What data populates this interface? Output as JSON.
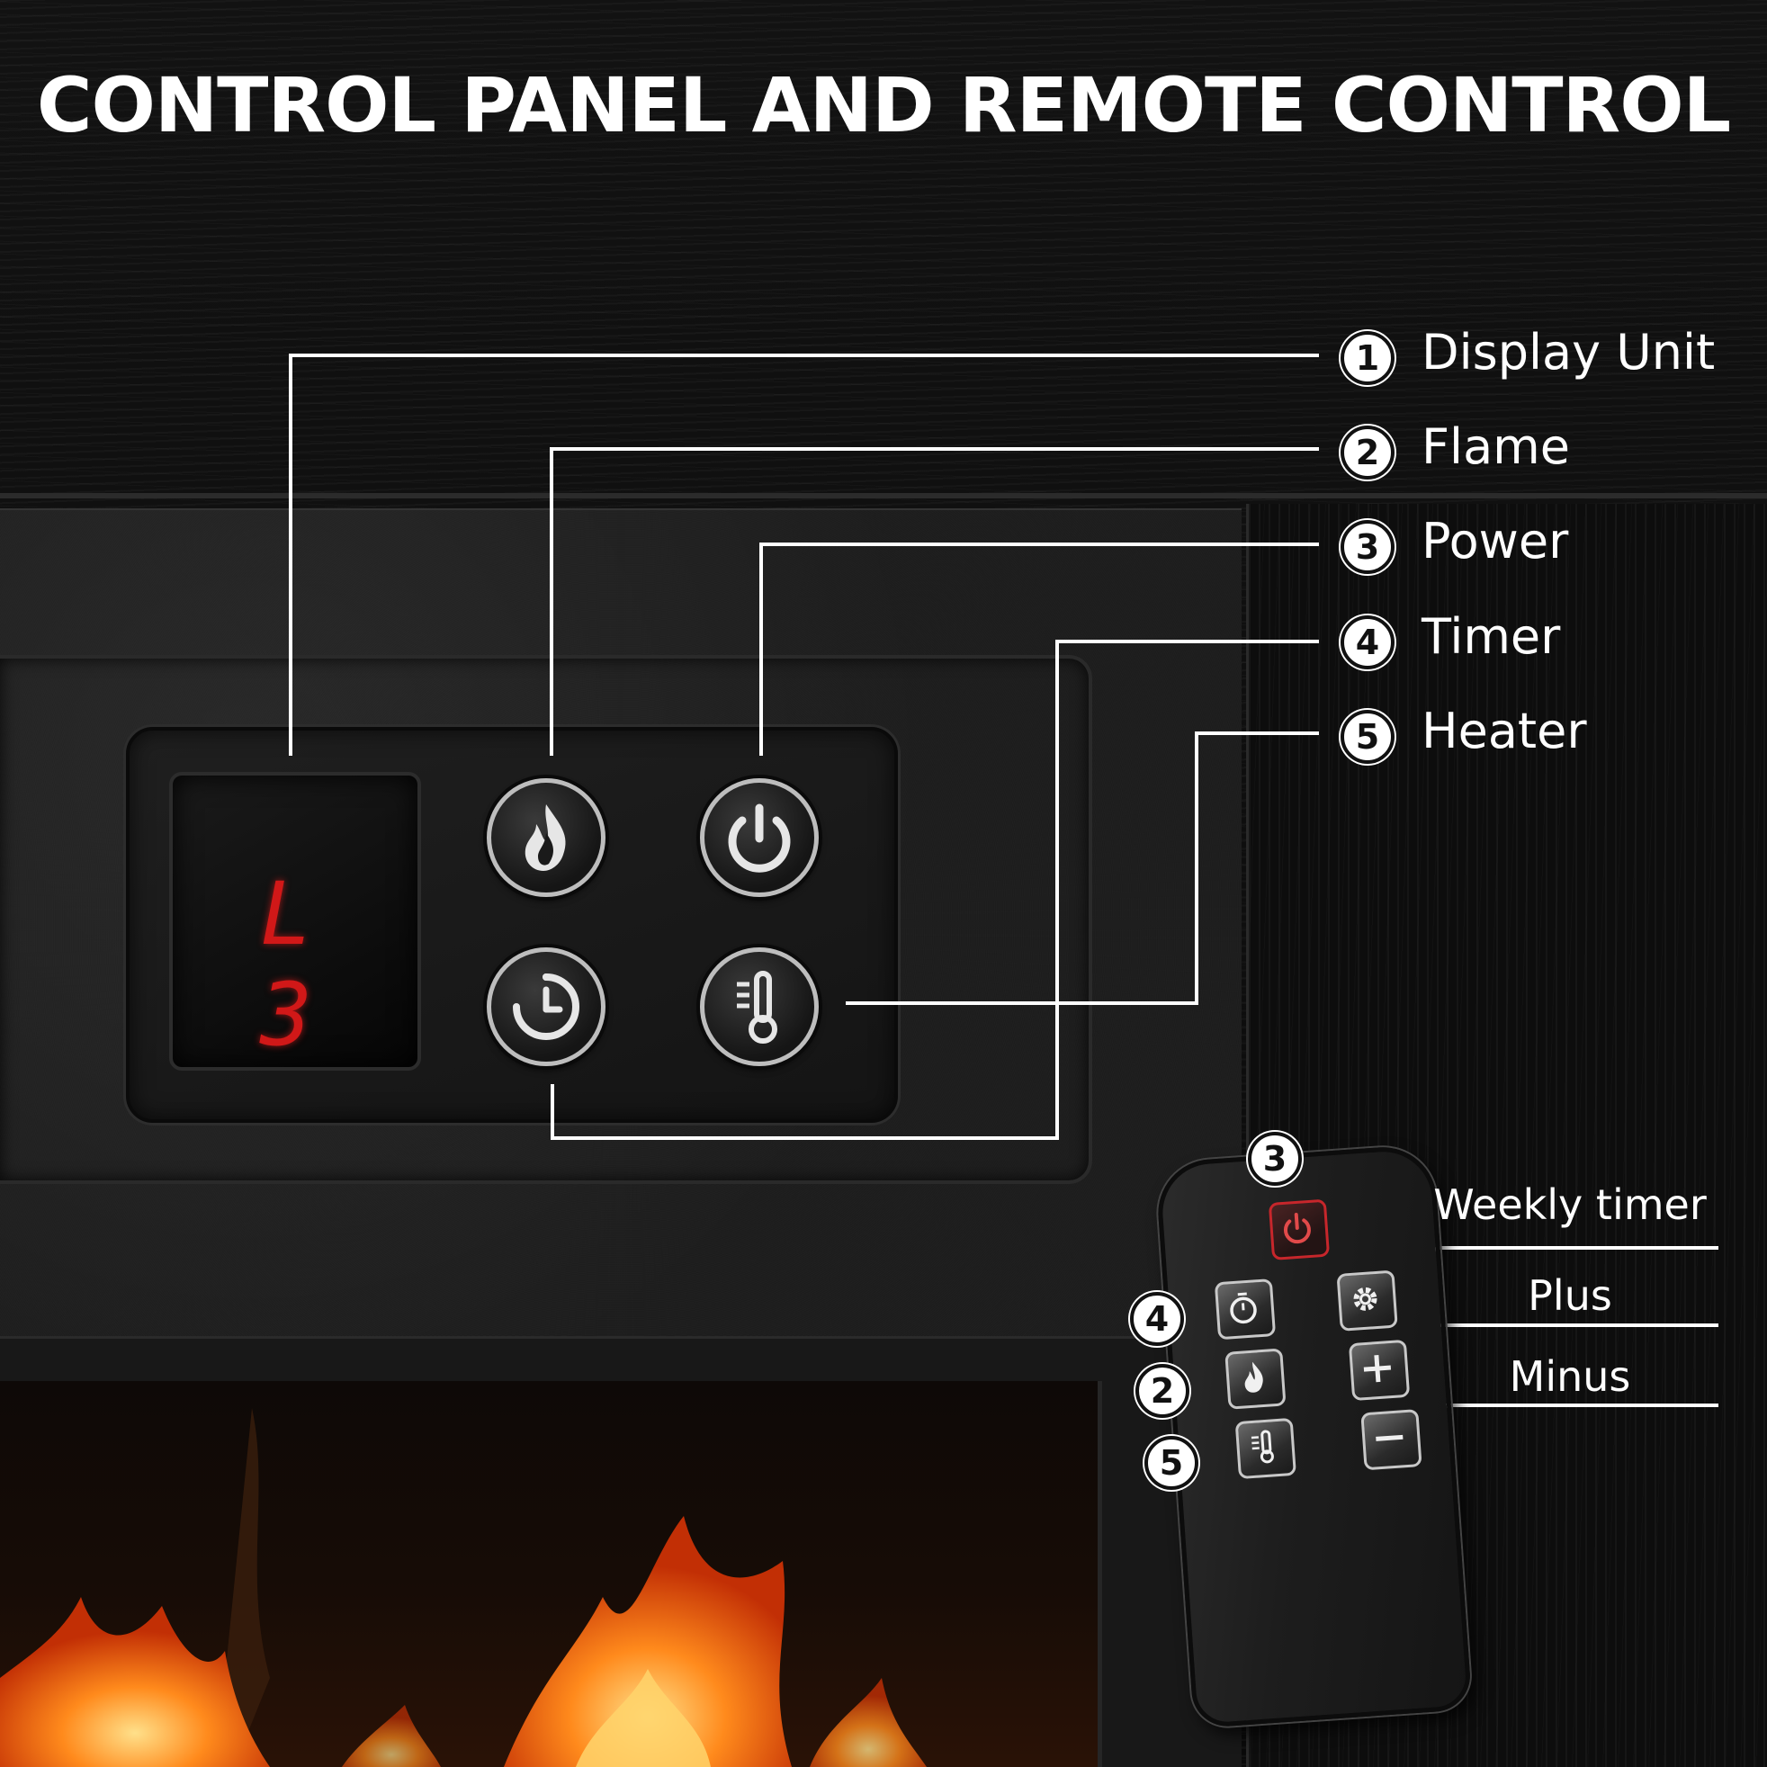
{
  "title": "CONTROL PANEL AND REMOTE CONTROL",
  "display": {
    "readout": "L 3"
  },
  "callouts": [
    {
      "number": "1",
      "label": "Display Unit"
    },
    {
      "number": "2",
      "label": "Flame"
    },
    {
      "number": "3",
      "label": "Power"
    },
    {
      "number": "4",
      "label": "Timer"
    },
    {
      "number": "5",
      "label": "Heater"
    }
  ],
  "remote": {
    "markers": {
      "power": "3",
      "timer": "4",
      "flame": "2",
      "heater": "5"
    },
    "labels": {
      "weekly_timer": "Weekly timer",
      "plus": "Plus",
      "minus": "Minus"
    }
  },
  "colors": {
    "led": "#d11818",
    "callout_line": "#ffffff",
    "power_accent": "#c7262b"
  },
  "icons": [
    "flame-icon",
    "power-icon",
    "timer-icon",
    "thermometer-icon",
    "gear-icon",
    "plus-icon",
    "minus-icon"
  ]
}
